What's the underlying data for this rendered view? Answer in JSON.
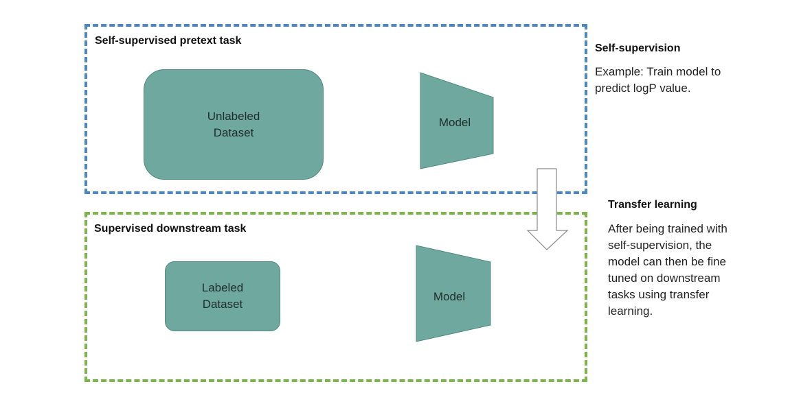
{
  "pretext": {
    "title": "Self-supervised pretext task",
    "dataset_line1": "Unlabeled",
    "dataset_line2": "Dataset",
    "model_label": "Model"
  },
  "downstream": {
    "title": "Supervised downstream task",
    "dataset_line1": "Labeled",
    "dataset_line2": "Dataset",
    "model_label": "Model"
  },
  "self_supervision": {
    "title": "Self-supervision",
    "lines": [
      "Example: Train model to",
      "predict logP value."
    ]
  },
  "transfer_learning": {
    "title": "Transfer learning",
    "lines": [
      "After being trained with",
      "self-supervision, the",
      "model can then be fine",
      "tuned on downstream",
      "tasks using transfer",
      "learning."
    ]
  },
  "colors": {
    "pretext_border": "#4a86c8",
    "downstream_border": "#7ab648",
    "shape_fill": "#6fa89f"
  }
}
